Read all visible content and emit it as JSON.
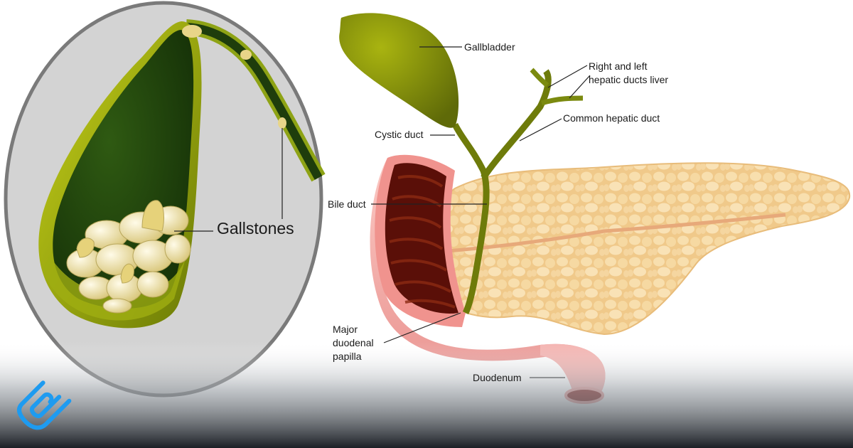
{
  "labels": {
    "gallstones": "Gallstones",
    "gallbladder": "Gallbladder",
    "hepatic_ducts_line1": "Right and left",
    "hepatic_ducts_line2": "hepatic ducts liver",
    "common_hepatic_duct": "Common hepatic duct",
    "cystic_duct": "Cystic duct",
    "bile_duct": "Bile duct",
    "papilla_line1": "Major",
    "papilla_line2": "duodenal",
    "papilla_line3": "papilla",
    "duodenum": "Duodenum"
  },
  "logo": {
    "name": "brand-logo",
    "color": "#1e9bf0"
  },
  "colors": {
    "gallbladder": "#8a9a10",
    "pancreas": "#f2cf95",
    "duodenum": "#f4aaa8",
    "stones": "#f3e6b5"
  }
}
